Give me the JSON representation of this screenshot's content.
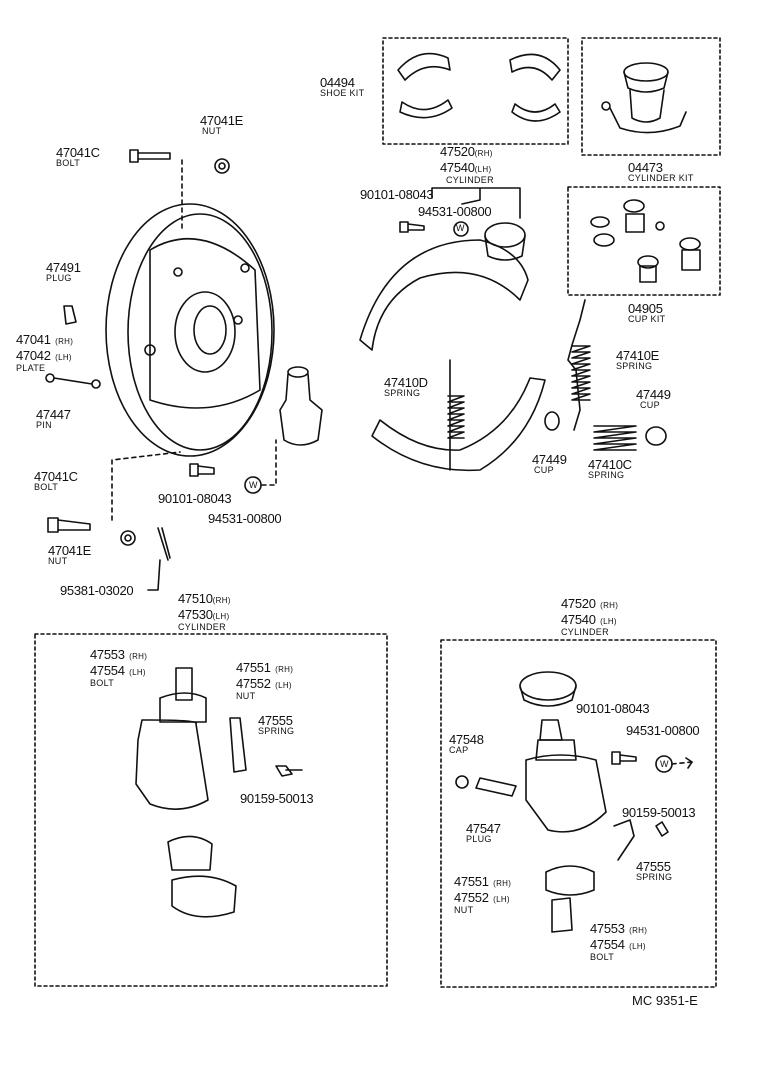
{
  "parts": {
    "shoe_kit": {
      "number": "04494",
      "name": "SHOE KIT"
    },
    "cylinder_kit": {
      "number": "04473",
      "name": "CYLINDER KIT"
    },
    "cup_kit": {
      "number": "04905",
      "name": "CUP KIT"
    },
    "nut_top": {
      "number": "47041E",
      "name": "NUT"
    },
    "bolt_top": {
      "number": "47041C",
      "name": "BOLT"
    },
    "cyl_upper": {
      "number_rh": "47520",
      "number_lh": "47540",
      "suffix_rh": "(RH)",
      "suffix_lh": "(LH)",
      "name": "CYLINDER"
    },
    "bolt_90101_upper": {
      "number": "90101-08043"
    },
    "washer_upper": {
      "number": "94531-00800",
      "symbol": "W"
    },
    "plug_47491": {
      "number": "47491",
      "name": "PLUG"
    },
    "plate": {
      "number_rh": "47041",
      "number_lh": "47042",
      "suffix_rh": "(RH)",
      "suffix_lh": "(LH)",
      "name": "PLATE"
    },
    "pin": {
      "number": "47447",
      "name": "PIN"
    },
    "bolt_lower": {
      "number": "47041C",
      "name": "BOLT"
    },
    "nut_lower": {
      "number": "47041E",
      "name": "NUT"
    },
    "cotter": {
      "number": "95381-03020"
    },
    "bolt_90101_mid": {
      "number": "90101-08043"
    },
    "washer_mid": {
      "number": "94531-00800",
      "symbol": "W"
    },
    "spring_e": {
      "number": "47410E",
      "name": "SPRING"
    },
    "spring_d": {
      "number": "47410D",
      "name": "SPRING"
    },
    "cup_right": {
      "number": "47449",
      "name": "CUP"
    },
    "cup_mid": {
      "number": "47449",
      "name": "CUP"
    },
    "spring_c": {
      "number": "47410C",
      "name": "SPRING"
    },
    "cyl_left": {
      "number_rh": "47510",
      "number_lh": "47530",
      "suffix_rh": "(RH)",
      "suffix_lh": "(LH)",
      "name": "CYLINDER"
    },
    "bolt_left": {
      "number_rh": "47553",
      "number_lh": "47554",
      "suffix_rh": "(RH)",
      "suffix_lh": "(LH)",
      "name": "BOLT"
    },
    "nut_left": {
      "number_rh": "47551",
      "number_lh": "47552",
      "suffix_rh": "(RH)",
      "suffix_lh": "(LH)",
      "name": "NUT"
    },
    "spring_left": {
      "number": "47555",
      "name": "SPRING"
    },
    "bleeder_left": {
      "number": "90159-50013"
    },
    "cyl_right": {
      "number_rh": "47520",
      "number_lh": "47540",
      "suffix_rh": "(RH)",
      "suffix_lh": "(LH)",
      "name": "CYLINDER"
    },
    "bolt_90101_right": {
      "number": "90101-08043"
    },
    "washer_right": {
      "number": "94531-00800",
      "symbol": "W"
    },
    "cap": {
      "number": "47548",
      "name": "CAP"
    },
    "plug_47547": {
      "number": "47547",
      "name": "PLUG"
    },
    "bleeder_right": {
      "number": "90159-50013"
    },
    "spring_right": {
      "number": "47555",
      "name": "SPRING"
    },
    "nut_right": {
      "number_rh": "47551",
      "number_lh": "47552",
      "suffix_rh": "(RH)",
      "suffix_lh": "(LH)",
      "name": "NUT"
    },
    "bolt_right": {
      "number_rh": "47553",
      "number_lh": "47554",
      "suffix_rh": "(RH)",
      "suffix_lh": "(LH)",
      "name": "BOLT"
    }
  },
  "footer": {
    "ref": "MC 9351-E"
  }
}
